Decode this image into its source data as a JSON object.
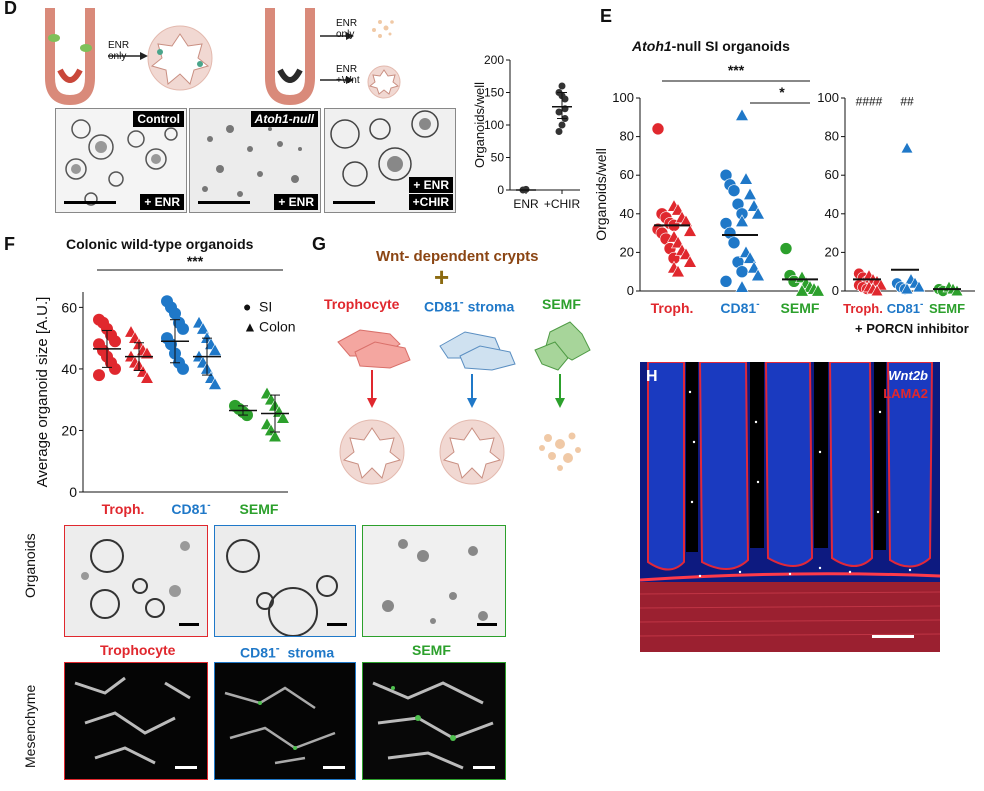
{
  "panels": {
    "D": {
      "letter": "D",
      "arrow1": [
        "ENR",
        "only"
      ],
      "arrow2": [
        "ENR",
        "only"
      ],
      "arrow3": [
        "ENR",
        "+Wnt"
      ],
      "images": [
        {
          "corner": "Control",
          "tag": "+ ENR"
        },
        {
          "corner": "Atoh1-null",
          "tag": "+ ENR"
        },
        {
          "tag1": "+ ENR",
          "tag2": "+CHIR"
        }
      ]
    },
    "E": {
      "letter": "E",
      "title_italic": "Atoh1",
      "title_rest": "-null  SI organoids",
      "sig_main": "***",
      "sig_sub": "*",
      "hash1": "####",
      "hash2": "##",
      "group_labels": [
        "Troph.",
        "CD81",
        "SEMF"
      ],
      "group_label_sup": "-",
      "inhibitor_label": "+ PORCN inhibitor"
    },
    "F": {
      "letter": "F",
      "title": "Colonic wild-type organoids",
      "sig": "***",
      "legend": [
        {
          "symbol": "●",
          "label": "SI"
        },
        {
          "symbol": "▲",
          "label": "Colon"
        }
      ],
      "group_labels": [
        "Troph.",
        "CD81",
        "SEMF"
      ],
      "group_label_sup": "-",
      "row1_label": "Organoids",
      "row2_label": "Mesenchyme",
      "row2_titles": [
        "Trophocyte",
        "CD81",
        "stroma",
        "SEMF"
      ]
    },
    "G": {
      "letter": "G",
      "title": "Wnt- dependent crypts",
      "plus": "+",
      "cells": [
        "Trophocyte",
        "CD81",
        "stroma",
        "SEMF"
      ],
      "sup": "-"
    },
    "H": {
      "letter": "H",
      "legend1": "Wnt2b",
      "legend2": "LAMA2"
    }
  },
  "chart_data": [
    {
      "id": "D-inset",
      "type": "scatter",
      "ylabel": "Organoids/well",
      "categories": [
        "ENR",
        "+CHIR"
      ],
      "ylim": [
        0,
        200
      ],
      "yticks": [
        0,
        50,
        100,
        150,
        200
      ],
      "series": [
        {
          "values": [
            [
              0,
              0
            ],
            [
              0,
              1
            ]
          ]
        },
        {
          "values": [
            [
              1,
              160
            ],
            [
              1,
              150
            ],
            [
              1,
              145
            ],
            [
              1,
              140
            ],
            [
              1,
              125
            ],
            [
              1,
              120
            ],
            [
              1,
              110
            ],
            [
              1,
              100
            ],
            [
              1,
              90
            ]
          ]
        }
      ],
      "mean": [
        0,
        128
      ],
      "sd": [
        [
          0,
          0
        ],
        [
          110,
          150
        ]
      ]
    },
    {
      "id": "E-left",
      "type": "scatter",
      "ylabel": "Organoids/well",
      "ylim": [
        0,
        100
      ],
      "yticks": [
        0,
        20,
        40,
        60,
        80,
        100
      ],
      "categories": [
        "Troph.",
        "CD81-",
        "SEMF"
      ],
      "colors": [
        "#e0282e",
        "#1f78c8",
        "#2ca02c"
      ],
      "means": [
        34,
        29,
        6
      ],
      "circles": [
        [
          84,
          40,
          38,
          35,
          34,
          32,
          30,
          27,
          22,
          17
        ],
        [
          60,
          55,
          52,
          45,
          40,
          35,
          30,
          25,
          15,
          10,
          5
        ],
        [
          22,
          8,
          5
        ]
      ],
      "triangles": [
        [
          44,
          42,
          38,
          36,
          31,
          28,
          25,
          21,
          19,
          15,
          12,
          10
        ],
        [
          91,
          58,
          50,
          44,
          40,
          36,
          20,
          17,
          12,
          8,
          2
        ],
        [
          7,
          4,
          2,
          1,
          0,
          0
        ]
      ]
    },
    {
      "id": "E-right",
      "type": "scatter",
      "ylim": [
        0,
        100
      ],
      "yticks": [
        0,
        20,
        40,
        60,
        80,
        100
      ],
      "categories": [
        "Troph.",
        "CD81-",
        "SEMF"
      ],
      "colors": [
        "#e0282e",
        "#1f78c8",
        "#2ca02c"
      ],
      "means": [
        6,
        11,
        1
      ],
      "circles": [
        [
          9,
          7,
          5,
          4,
          3,
          2,
          1
        ],
        [
          4,
          2,
          1
        ],
        [
          1,
          0
        ]
      ],
      "triangles": [
        [
          8,
          6,
          5,
          3,
          2,
          1,
          0
        ],
        [
          74,
          6,
          4,
          2,
          1
        ],
        [
          2,
          1,
          0
        ]
      ]
    },
    {
      "id": "F-chart",
      "type": "scatter",
      "ylabel": "Average organoid size [A.U.]",
      "ylim": [
        0,
        65
      ],
      "yticks": [
        0,
        20,
        40,
        60
      ],
      "colors": [
        "#e0282e",
        "#1f78c8",
        "#2ca02c"
      ],
      "groups": [
        {
          "color": "#e0282e",
          "marker": "circle",
          "mean": 46.5,
          "sd": 6,
          "values": [
            56,
            55,
            53,
            51,
            49,
            48,
            46,
            44,
            42,
            40,
            38
          ]
        },
        {
          "color": "#e0282e",
          "marker": "triangle",
          "mean": 44,
          "sd": 4.5,
          "values": [
            52,
            50,
            48,
            46,
            45,
            44,
            42,
            41,
            39,
            37
          ]
        },
        {
          "color": "#1f78c8",
          "marker": "circle",
          "mean": 49,
          "sd": 7,
          "values": [
            62,
            60,
            58,
            55,
            53,
            50,
            48,
            45,
            42,
            40
          ]
        },
        {
          "color": "#1f78c8",
          "marker": "triangle",
          "mean": 44,
          "sd": 6,
          "values": [
            55,
            53,
            50,
            48,
            46,
            44,
            42,
            40,
            37,
            35
          ]
        },
        {
          "color": "#2ca02c",
          "marker": "circle",
          "mean": 26.5,
          "sd": 1.5,
          "values": [
            28,
            27,
            26,
            25
          ]
        },
        {
          "color": "#2ca02c",
          "marker": "triangle",
          "mean": 25.5,
          "sd": 6,
          "values": [
            32,
            30,
            28,
            26,
            24,
            22,
            20,
            18
          ]
        }
      ]
    }
  ]
}
